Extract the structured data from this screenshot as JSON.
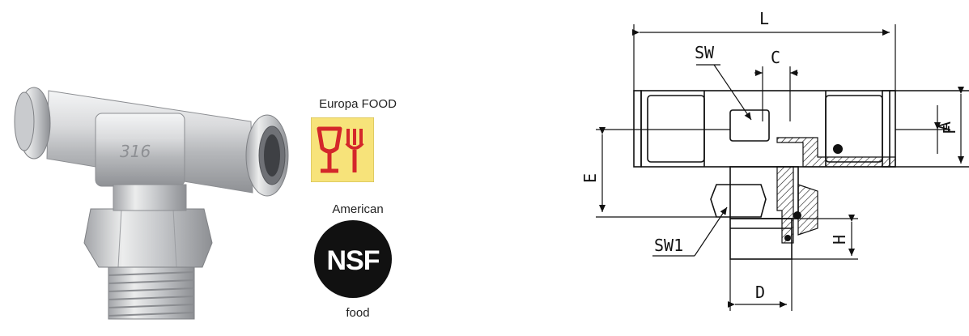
{
  "certifications": {
    "europa": {
      "label": "Europa FOOD",
      "icon": "glass-fork-icon"
    },
    "nsf": {
      "top_label": "American",
      "logo_text": "NSF",
      "bottom_label": "food",
      "icon": "nsf-logo-icon"
    }
  },
  "photo": {
    "marking": "316"
  },
  "drawing": {
    "dimensions": {
      "L": "L",
      "SW": "SW",
      "C": "C",
      "A": "A",
      "F": "F",
      "E": "E",
      "SW1": "SW1",
      "H": "H",
      "D": "D"
    }
  },
  "colors": {
    "europa_bg": "#f7e37a",
    "europa_icon": "#d4272a",
    "nsf_bg": "#111111",
    "steel_light": "#e9eaec",
    "steel_dark": "#9a9ca0"
  }
}
